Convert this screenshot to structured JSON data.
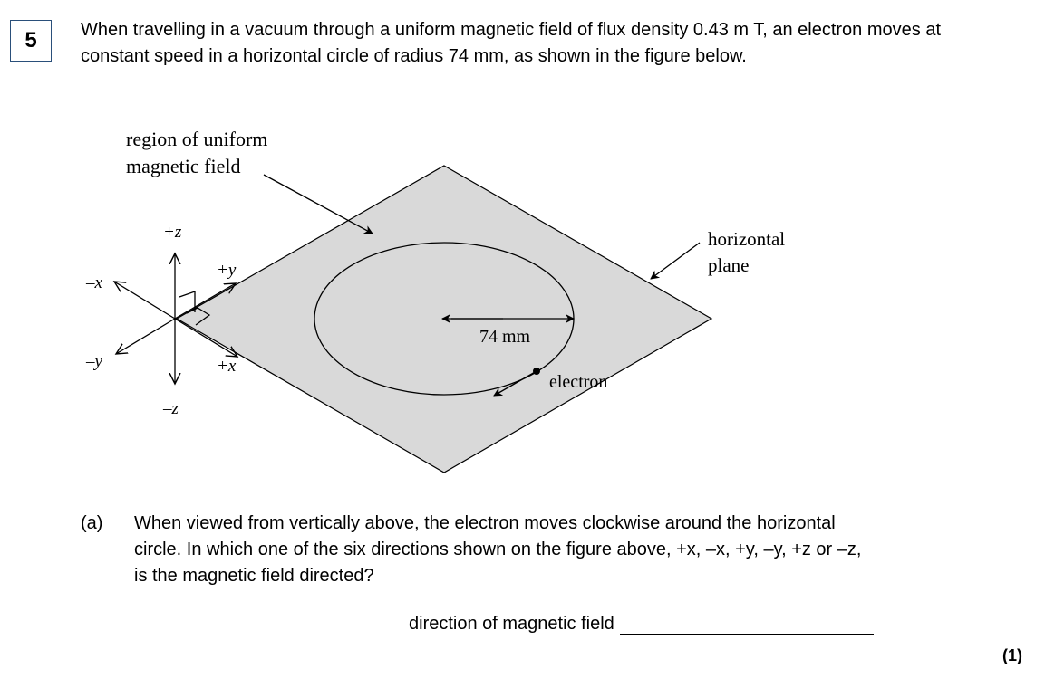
{
  "question": {
    "number": "5",
    "intro": "When travelling in a vacuum through a uniform magnetic field of flux density 0.43 m T, an electron moves at constant speed in a horizontal circle of radius 74 mm, as shown in the figure below."
  },
  "figure": {
    "region_label_line1": "region of uniform",
    "region_label_line2": "magnetic field",
    "plane_label_line1": "horizontal",
    "plane_label_line2": "plane",
    "radius_label": "74 mm",
    "electron_label": "electron",
    "axes": {
      "pos_z": "+z",
      "neg_z": "–z",
      "pos_y": "+y",
      "neg_y": "–y",
      "pos_x": "+x",
      "neg_x": "–x"
    },
    "colors": {
      "plane_fill": "#d9d9d9",
      "stroke": "#000000"
    }
  },
  "part_a": {
    "label": "(a)",
    "text": "When viewed from vertically above, the electron moves clockwise around the horizontal circle. In which one of the six directions shown on the figure above, +x, –x, +y, –y, +z or –z, is the magnetic field directed?",
    "answer_label": "direction of magnetic field",
    "marks": "(1)"
  }
}
